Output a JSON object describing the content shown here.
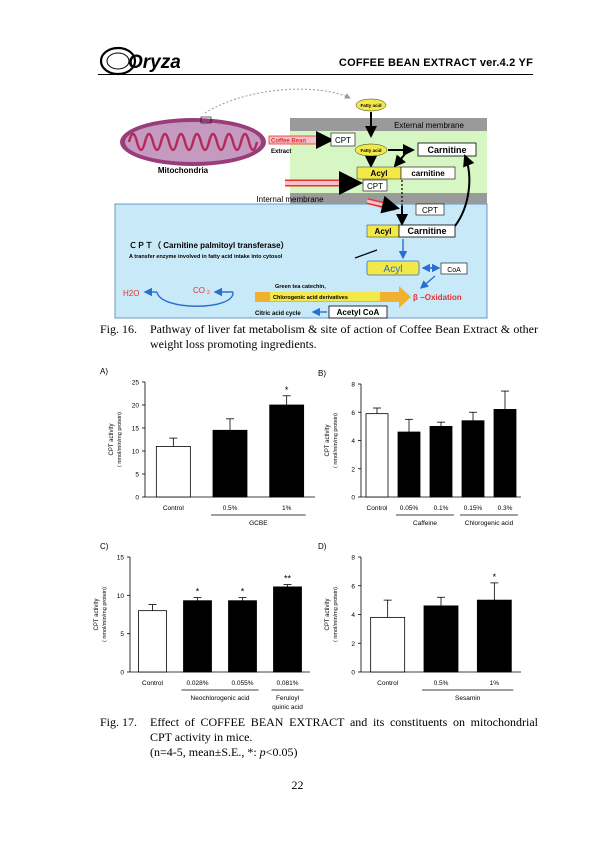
{
  "header": {
    "title": "COFFEE BEAN EXTRACT ver.4.2 YF",
    "logo_text": "Oryza"
  },
  "pathway": {
    "fatty_acid_top": "Fatty acid",
    "external_membrane": "External membrane",
    "internal_membrane": "Internal membrane",
    "mitochondria": "Mitochondria",
    "coffee_bean": "Coffee Bean",
    "extract": "Extract",
    "cpt": "CPT",
    "fatty_acid_inner": "Fatty acid",
    "carnitine": "Carnitine",
    "acyl": "Acyl",
    "carnitine_lower": "carnitine",
    "cpt_full": "ＣＰＴ（ Carnitine palmitoyl transferase）",
    "cpt_desc": "A transfer enzyme involved in fatty acid intake into cytosol",
    "coa": "CoA",
    "h2o": "H2O",
    "co2": "CO",
    "co2_sub": "2",
    "green_tea": "Green tea catechin,",
    "chlorogenic": "Chlorogenic acid derivatives",
    "beta_ox": "β −Oxidation",
    "citric": "Citric acid cycle",
    "acetyl_coa": "Acetyl CoA",
    "colors": {
      "cyan": "#c8eaf8",
      "green": "#d6f7c4",
      "pink": "#f5c0c6",
      "red": "#e83030",
      "mito": "#b8285a",
      "arrow_orange": "#f0b030",
      "blue": "#2a6fd0"
    }
  },
  "fig16": {
    "label": "Fig. 16.",
    "text": "Pathway of liver fat metabolism & site of action of Coffee Bean Extract & other weight loss promoting ingredients."
  },
  "fig17": {
    "label": "Fig. 17.",
    "text": "Effect of COFFEE BEAN EXTRACT and its constituents on mitochondrial CPT activity in mice.",
    "note_prefix": "(n=4-5, mean±S.E., *: ",
    "note_p": "p",
    "note_suffix": "<0.05)"
  },
  "ylabel_1": "CPT activity",
  "ylabel_2": "( nmol/min/mg protein)",
  "chart_data": [
    {
      "panel": "A)",
      "type": "bar",
      "categories": [
        "Control",
        "0.5%",
        "1%"
      ],
      "values": [
        11,
        14.5,
        20
      ],
      "errors": [
        1.8,
        2.5,
        2.0
      ],
      "fills": [
        "white",
        "black",
        "black"
      ],
      "marks": [
        "",
        "",
        "*"
      ],
      "ylim": [
        0,
        25
      ],
      "yticks": [
        0,
        5,
        10,
        15,
        20,
        25
      ],
      "groups": [
        {
          "label": "GCBE",
          "from": 1,
          "to": 2
        }
      ]
    },
    {
      "panel": "B)",
      "type": "bar",
      "categories": [
        "Control",
        "0.05%",
        "0.1%",
        "0.15%",
        "0.3%"
      ],
      "values": [
        5.9,
        4.6,
        5.0,
        5.4,
        6.2
      ],
      "errors": [
        0.4,
        0.9,
        0.3,
        0.6,
        1.3
      ],
      "fills": [
        "white",
        "black",
        "black",
        "black",
        "black"
      ],
      "marks": [
        "",
        "",
        "",
        "",
        ""
      ],
      "ylim": [
        0,
        8
      ],
      "yticks": [
        0,
        2,
        4,
        6,
        8
      ],
      "groups": [
        {
          "label": "Caffeine",
          "from": 1,
          "to": 2
        },
        {
          "label": "Chlorogenic acid",
          "from": 3,
          "to": 4
        }
      ]
    },
    {
      "panel": "C)",
      "type": "bar",
      "categories": [
        "Control",
        "0.028%",
        "0.055%",
        "0.081%"
      ],
      "values": [
        8.0,
        9.3,
        9.3,
        11.1
      ],
      "errors": [
        0.8,
        0.4,
        0.4,
        0.3
      ],
      "fills": [
        "white",
        "black",
        "black",
        "black"
      ],
      "marks": [
        "",
        "*",
        "*",
        "**"
      ],
      "ylim": [
        0,
        15
      ],
      "yticks": [
        0,
        5,
        10,
        15
      ],
      "groups": [
        {
          "label": "Neochlorogenic acid",
          "from": 1,
          "to": 2
        },
        {
          "label": "Feruloyl",
          "label2": "quinic acid",
          "from": 3,
          "to": 3
        }
      ]
    },
    {
      "panel": "D)",
      "type": "bar",
      "categories": [
        "Control",
        "0.5%",
        "1%"
      ],
      "values": [
        3.8,
        4.6,
        5.0
      ],
      "errors": [
        1.2,
        0.6,
        1.2
      ],
      "fills": [
        "white",
        "black",
        "black"
      ],
      "marks": [
        "",
        "",
        "*"
      ],
      "ylim": [
        0,
        8
      ],
      "yticks": [
        0,
        2,
        4,
        6,
        8
      ],
      "groups": [
        {
          "label": "Sesamin",
          "from": 1,
          "to": 2
        }
      ]
    }
  ],
  "page_number": "22"
}
